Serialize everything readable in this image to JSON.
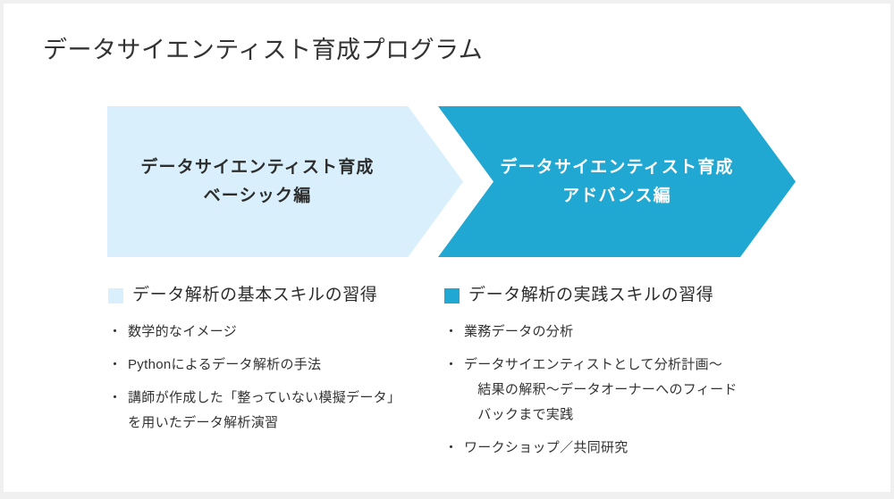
{
  "slide": {
    "title": "データサイエンティスト育成プログラム",
    "background_color": "#ffffff",
    "page_background_color": "#f0f0f0"
  },
  "colors": {
    "basic": "#d9f0fc",
    "advance": "#21a8d2",
    "text": "#333333",
    "advance_text": "#ffffff"
  },
  "flow": {
    "steps": [
      {
        "id": "basic",
        "line1": "データサイエンティスト育成",
        "line2": "ベーシック編",
        "label": "データサイエンティスト育成\nベーシック編",
        "fill": "#d9f0fc",
        "text_color": "#2d2d2d"
      },
      {
        "id": "advance",
        "line1": "データサイエンティスト育成",
        "line2": "アドバンス編",
        "label": "データサイエンティスト育成\nアドバンス編",
        "fill": "#21a8d2",
        "text_color": "#ffffff"
      }
    ]
  },
  "columns": [
    {
      "id": "basic",
      "swatch_color": "#d9f0fc",
      "heading": "データ解析の基本スキルの習得",
      "bullets": [
        {
          "lines": [
            "数学的なイメージ"
          ]
        },
        {
          "lines": [
            "Pythonによるデータ解析の手法"
          ]
        },
        {
          "lines": [
            "講師が作成した「整っていない模擬データ」",
            "を用いたデータ解析演習"
          ]
        }
      ]
    },
    {
      "id": "advance",
      "swatch_color": "#21a8d2",
      "heading": "データ解析の実践スキルの習得",
      "bullets": [
        {
          "lines": [
            "業務データの分析"
          ]
        },
        {
          "lines": [
            "データサイエンティストとして分析計画〜",
            "　結果の解釈〜データオーナーへのフィード",
            "　バックまで実践"
          ]
        },
        {
          "lines": [
            "ワークショップ／共同研究"
          ]
        }
      ]
    }
  ]
}
